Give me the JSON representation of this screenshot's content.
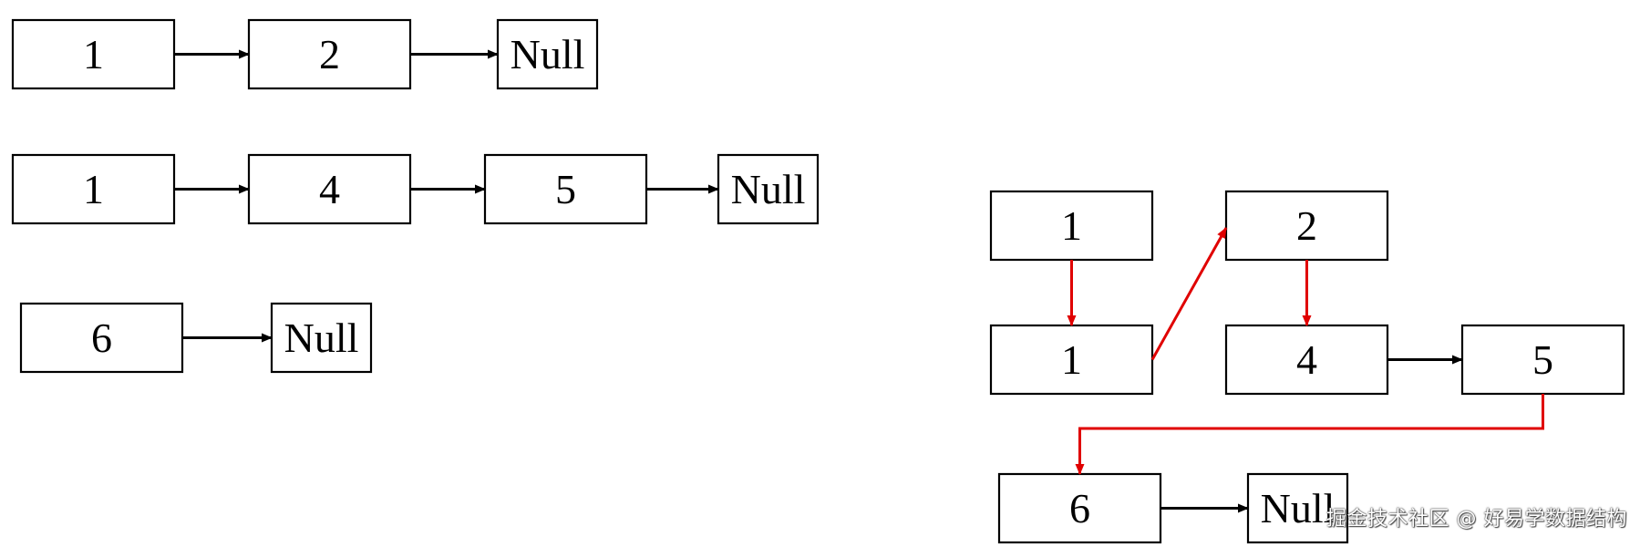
{
  "colors": {
    "black_arrow": "#000000",
    "red_arrow": "#e00000"
  },
  "left_lists": [
    {
      "id": "list1",
      "nodes": [
        "1",
        "2",
        "Null"
      ]
    },
    {
      "id": "list2",
      "nodes": [
        "1",
        "4",
        "5",
        "Null"
      ]
    },
    {
      "id": "list3",
      "nodes": [
        "6",
        "Null"
      ]
    }
  ],
  "merged": {
    "nodes": [
      "1",
      "2",
      "1",
      "4",
      "5",
      "6",
      "Null"
    ]
  },
  "watermark": "掘金技术社区 @ 好易学数据结构"
}
